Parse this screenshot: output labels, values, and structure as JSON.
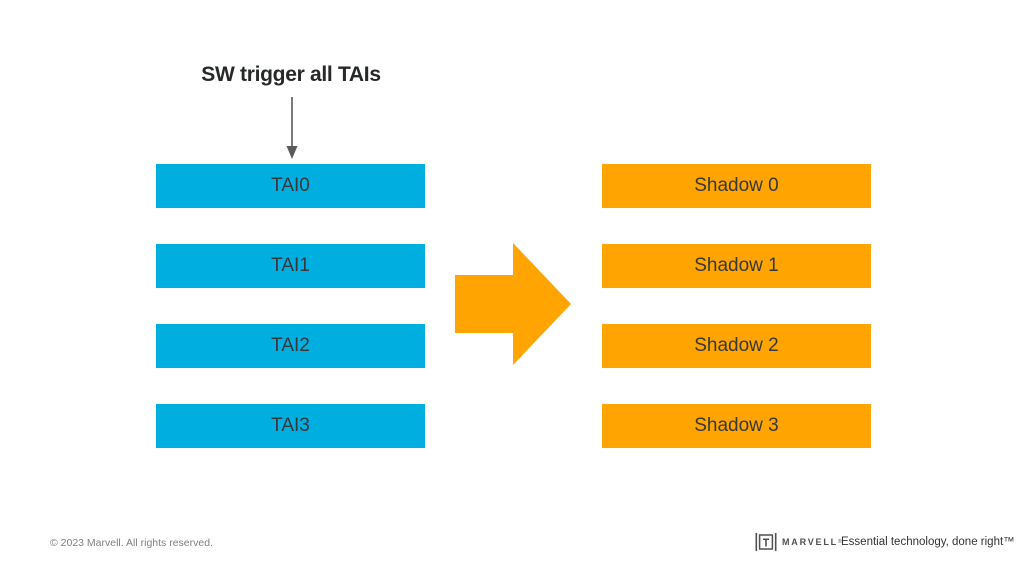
{
  "diagram": {
    "trigger_label": "SW trigger all TAIs",
    "tai_column": {
      "boxes": [
        {
          "label": "TAI0"
        },
        {
          "label": "TAI1"
        },
        {
          "label": "TAI2"
        },
        {
          "label": "TAI3"
        }
      ]
    },
    "shadow_column": {
      "boxes": [
        {
          "label": "Shadow 0"
        },
        {
          "label": "Shadow 1"
        },
        {
          "label": "Shadow 2"
        },
        {
          "label": "Shadow 3"
        }
      ]
    },
    "icons": {
      "down_arrow": "down-arrow-icon",
      "block_arrow_right": "right-block-arrow-icon",
      "logo": "marvell-logo-icon"
    }
  },
  "footer": {
    "copyright": "© 2023 Marvell. All rights reserved.",
    "brand": "MARVELL",
    "registered_mark": "®",
    "tagline": "Essential technology, done right™"
  },
  "colors": {
    "tai_box": "#00AEE0",
    "shadow_box": "#FFA400",
    "block_arrow": "#FFA400",
    "box_text": "#37393C",
    "title_text": "#26282A",
    "thin_arrow": "#595A5C",
    "footer_text": "#7E8083",
    "logo_gray": "#4E5154",
    "background": "#FFFFFF"
  }
}
